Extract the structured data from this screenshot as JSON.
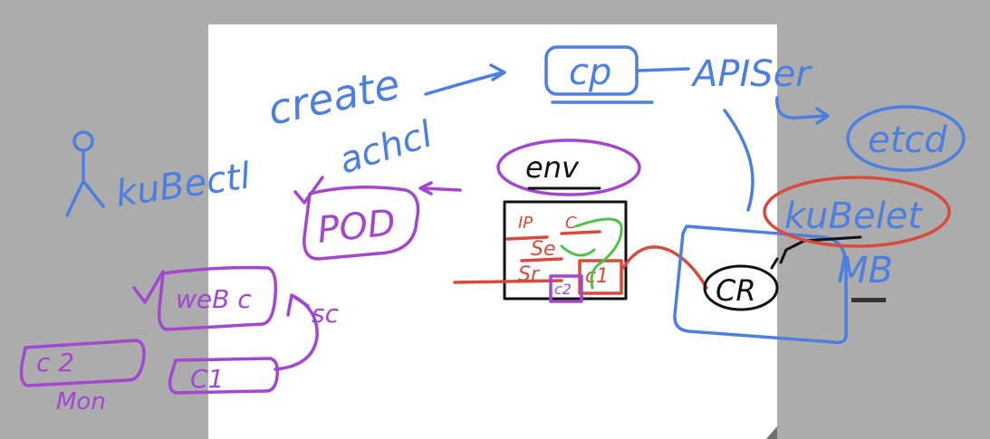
{
  "labels": {
    "create": "create",
    "cp": "cp",
    "apiserver": "APISer",
    "etcd": "etcd",
    "kubectl": "kuBectl",
    "action": "achcl",
    "env": "env",
    "pod": "POD",
    "kubelet": "kuBelet",
    "cr": "CR",
    "mb": "MB",
    "webc": "weB c",
    "sc": "sc",
    "c2": "c 2",
    "mon": "Mon",
    "c1": "C1",
    "box_ip": "IP",
    "box_c": "C",
    "box_se": "Se",
    "box_sr": "Sr",
    "box_c1": "c1",
    "box_c2": "c2"
  },
  "colors": {
    "background": "#acacac",
    "board": "#ffffff",
    "blue_ink": "#4d7fe0",
    "purple_ink": "#a347d1",
    "red_ink": "#d84a3c",
    "green_ink": "#4fc24a",
    "black_ink": "#111111"
  }
}
